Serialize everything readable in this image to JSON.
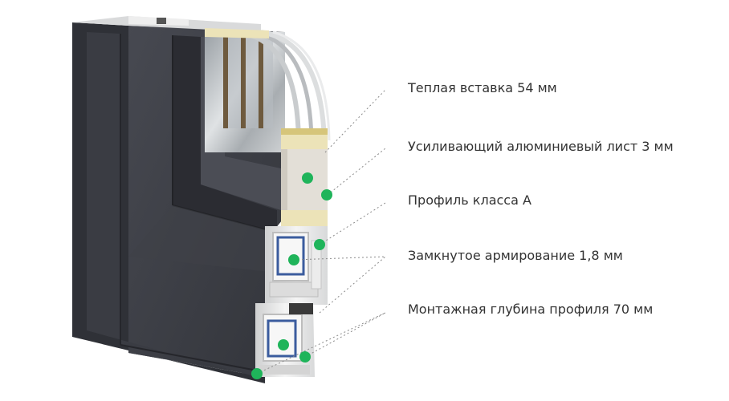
{
  "callouts": [
    {
      "id": "warm-insert",
      "label": "Теплая вставка 54 мм"
    },
    {
      "id": "aluminum-sheet",
      "label": "Усиливающий алюминиевый лист 3 мм"
    },
    {
      "id": "profile-class",
      "label": "Профиль класса А"
    },
    {
      "id": "closed-reinforcement",
      "label": "Замкнутое армирование 1,8 мм"
    },
    {
      "id": "mounting-depth",
      "label": "Монтажная глубина профиля 70 мм"
    }
  ],
  "colors": {
    "frame": "#3c3e46",
    "frame_light": "#4a4c55",
    "frame_dark": "#2a2b31",
    "pvc": "#e6e6e6",
    "steel": "#8f959b",
    "foam": "#e3dfd7",
    "insert": "#ece3b8",
    "glass": "#c4c8cc",
    "dot": "#1fb45a",
    "leader": "#8a8a8a",
    "text": "#333333"
  }
}
